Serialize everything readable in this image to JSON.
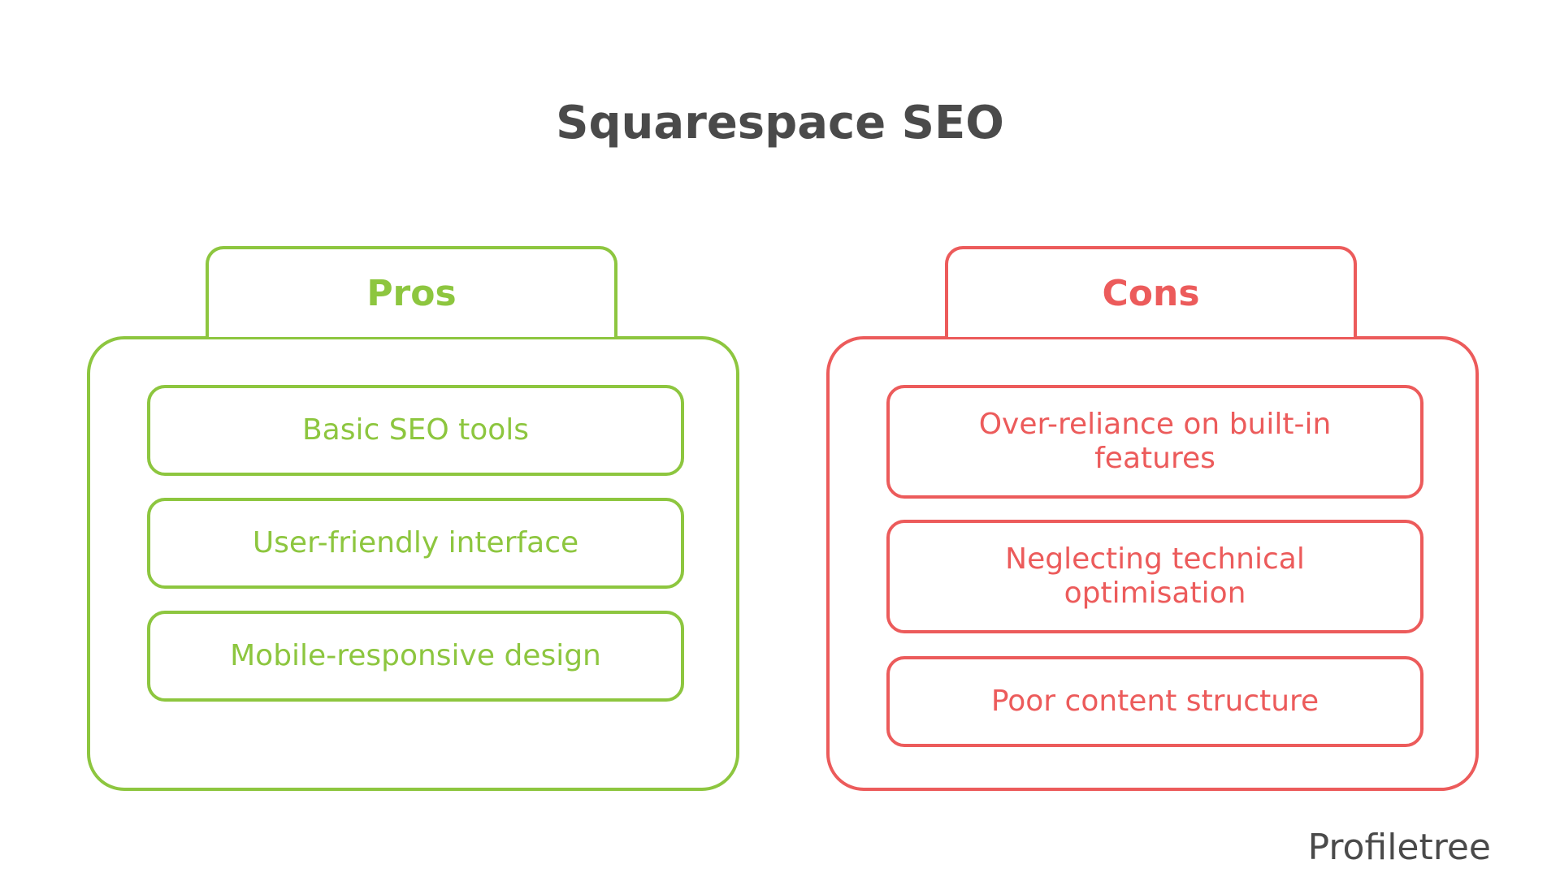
{
  "title": "Squarespace SEO",
  "colors": {
    "pros": "#8dc63f",
    "cons": "#ec5b5b",
    "title": "#4a4a4a"
  },
  "pros": {
    "label": "Pros",
    "items": [
      "Basic SEO tools",
      "User-friendly interface",
      "Mobile-responsive design"
    ]
  },
  "cons": {
    "label": "Cons",
    "items": [
      "Over-reliance on built-in features",
      "Neglecting technical optimisation",
      "Poor content structure"
    ]
  },
  "watermark": "Profiletree"
}
